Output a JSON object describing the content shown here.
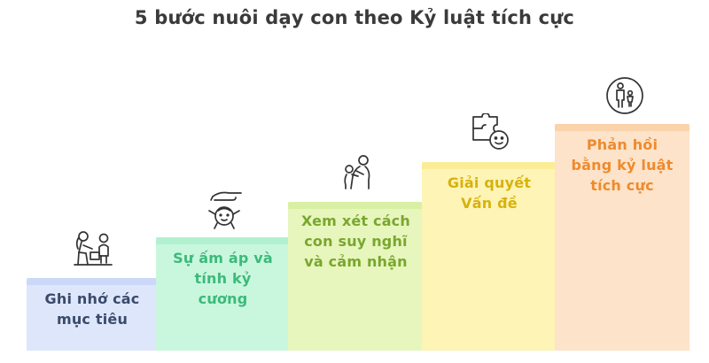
{
  "title": "5 bước nuôi dạy con theo Kỷ luật tích cực",
  "steps": [
    {
      "label_lines": [
        "Ghi nhớ các",
        "mục tiêu"
      ],
      "icon": "parent-child-playing-icon",
      "text_color": "#3a4a6b",
      "fill_color": "#dde6fb",
      "bar_color": "#cbd8f7"
    },
    {
      "label_lines": [
        "Sự ấm áp và",
        "tính kỷ",
        "cương"
      ],
      "icon": "hand-caring-child-icon",
      "text_color": "#3cba7a",
      "fill_color": "#c9f7de",
      "bar_color": "#b2f1cf"
    },
    {
      "label_lines": [
        "Xem xét cách",
        "con suy nghĩ",
        "và cảm nhận"
      ],
      "icon": "parent-hugging-child-icon",
      "text_color": "#7aa62e",
      "fill_color": "#e6f6bd",
      "bar_color": "#d9f0a4"
    },
    {
      "label_lines": [
        "Giải quyết",
        "Vấn đề"
      ],
      "icon": "puzzle-face-icon",
      "text_color": "#d7b20d",
      "fill_color": "#fdf4b6",
      "bar_color": "#fbec98"
    },
    {
      "label_lines": [
        "Phản hồi",
        "bằng kỷ luật",
        "tích cực"
      ],
      "icon": "parent-with-child-circle-icon",
      "text_color": "#ef8a2c",
      "fill_color": "#fde3c9",
      "bar_color": "#fbd3aa"
    }
  ]
}
